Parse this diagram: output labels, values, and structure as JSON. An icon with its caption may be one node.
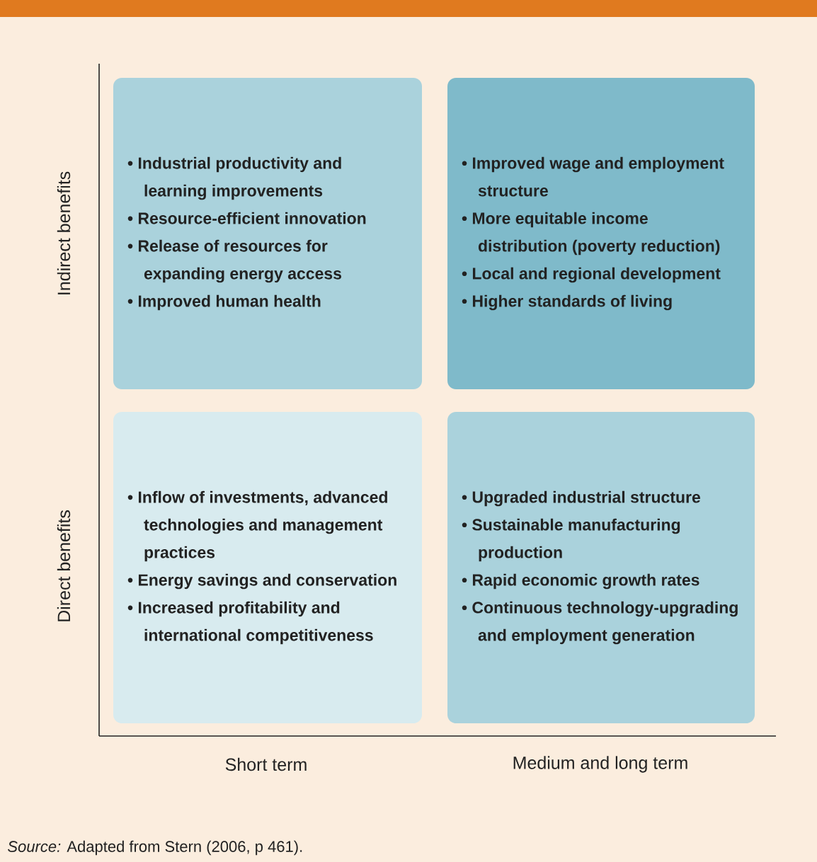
{
  "diagram": {
    "caption": "*Source:* Adapted from Stern (2006, p 461).",
    "nodes": [
      {
        "text": [
          "• Industrial productivity and learning improvements",
          "• Resource-efficient innovation",
          "• Release of resources for expanding energy access",
          "• Improved human health"
        ]
      },
      {
        "text": [
          "• Improved wage and employment structure",
          "• More equitable income distribution (poverty reduction)",
          "• Local and regional development",
          "• Higher standards of living"
        ]
      },
      {
        "text": [
          "• Inflow of investments, advanced technologies and management practices",
          "• Energy savings and conservation",
          "• Increased profitability and international competitiveness"
        ]
      },
      {
        "text": [
          "• Upgraded industrial structure",
          "• Sustainable manufacturing production",
          "• Rapid economic growth rates",
          "• Continuous technology-upgrading and employment generation"
        ]
      }
    ],
    "labels": [
      "Indirect benefits",
      "Direct benefits",
      "Short term",
      "Medium and long term"
    ]
  }
}
